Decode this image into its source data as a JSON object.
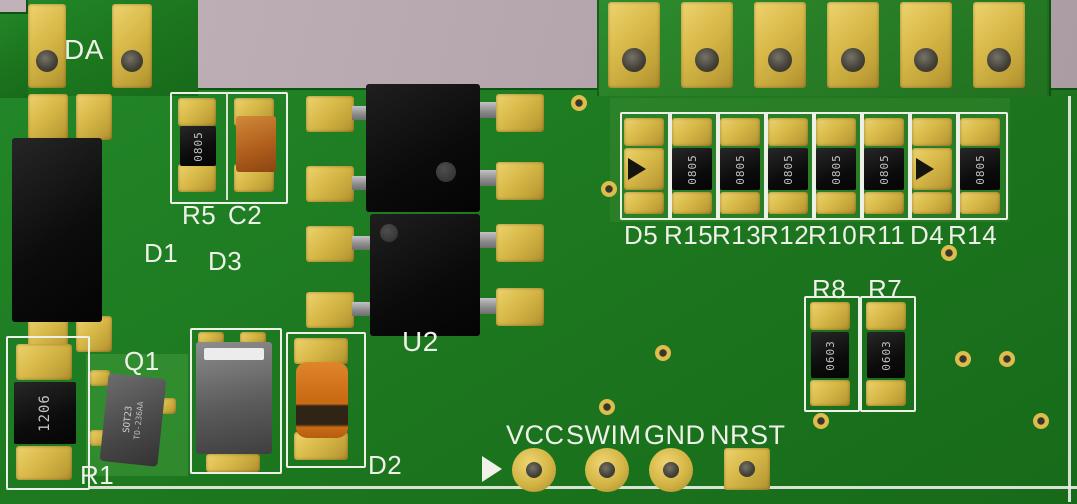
{
  "board": {
    "silkscreen_labels": {
      "da": "DA",
      "r5": "R5",
      "c2": "C2",
      "d1": "D1",
      "d3": "D3",
      "u2": "U2",
      "q1": "Q1",
      "r1": "R1",
      "d2": "D2",
      "r8": "R8",
      "r7": "R7"
    },
    "resistor_row_labels": [
      "D5",
      "R15",
      "R13",
      "R12",
      "R10",
      "R11",
      "D4",
      "R14"
    ],
    "connector_labels": [
      "VCC",
      "SWIM",
      "GND",
      "NRST"
    ],
    "chip_markings": {
      "r5": "0805",
      "r15": "0805",
      "r13": "0805",
      "r12": "0805",
      "r10": "0805",
      "r11": "0805",
      "r14": "0805",
      "r8": "0603",
      "r7": "0603",
      "r1": "1206",
      "q1_package": "SOT23",
      "q1_standard": "TO-236AA"
    },
    "colors": {
      "background": "#b3a4ab",
      "soldermask_green": "#1d781f",
      "pad_gold": "#d7b848",
      "silkscreen_white": "#eef1e8",
      "component_black": "#111111",
      "capacitor_orange": "#c96a14"
    }
  }
}
